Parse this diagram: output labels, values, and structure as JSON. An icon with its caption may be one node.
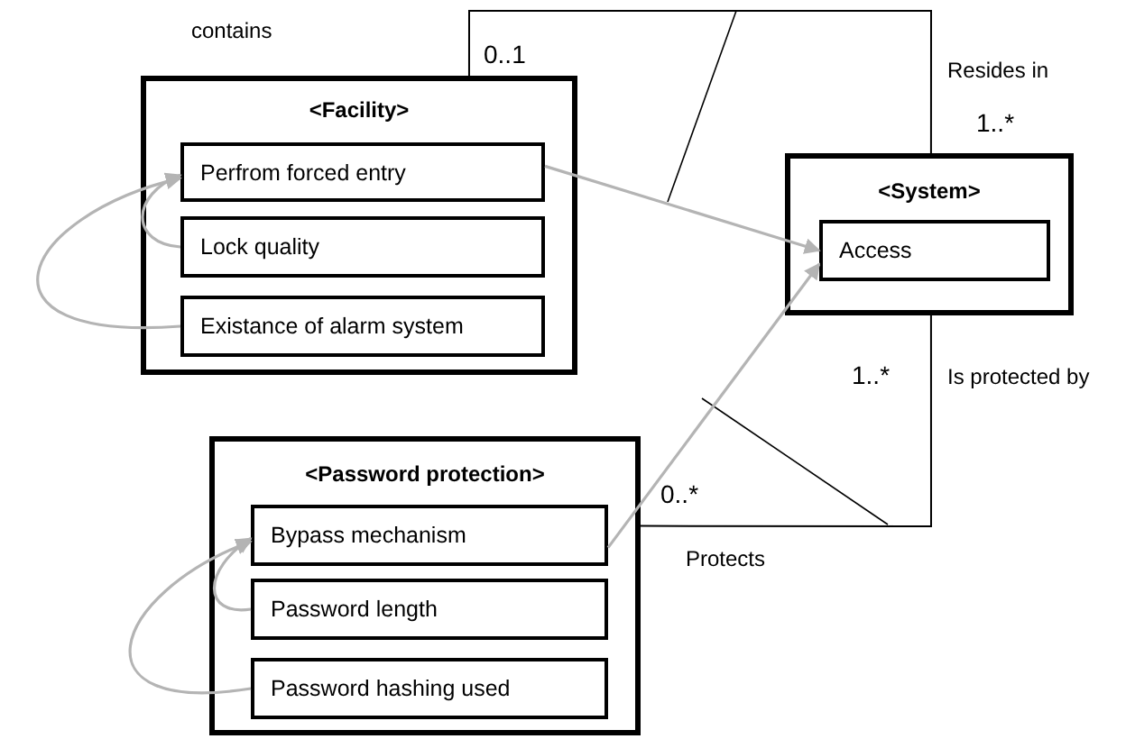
{
  "diagram": {
    "nodes": [
      {
        "text": [
          "<Facility>"
        ]
      },
      {
        "text": [
          "Perfrom forced entry"
        ],
        "in": 0
      },
      {
        "text": [
          "Lock quality"
        ],
        "in": 0
      },
      {
        "text": [
          "Existance of alarm system"
        ],
        "in": 0
      },
      {
        "text": [
          "<System>"
        ]
      },
      {
        "text": [
          "Access"
        ],
        "in": 4
      },
      {
        "text": [
          "<Password protection>"
        ]
      },
      {
        "text": [
          "Bypass mechanism"
        ],
        "in": 6
      },
      {
        "text": [
          "Password length"
        ],
        "in": 6
      },
      {
        "text": [
          "Password hashing used"
        ],
        "in": 6
      }
    ],
    "edges": [
      {
        "from": 0,
        "to": 4,
        "arrow": "none",
        "color": "#000000"
      },
      {
        "from": 6,
        "to": 4,
        "arrow": "none",
        "color": "#000000"
      },
      {
        "from": 1,
        "to": 5,
        "arrow": "to"
      },
      {
        "from": 7,
        "to": 5,
        "arrow": "to"
      },
      {
        "from": 2,
        "to": 1,
        "arrow": "to"
      },
      {
        "from": 3,
        "to": 1,
        "arrow": "to"
      },
      {
        "from": 8,
        "to": 7,
        "arrow": "to"
      },
      {
        "from": 9,
        "to": 7,
        "arrow": "to"
      }
    ],
    "labels": [
      "contains",
      "0..1",
      "Resides in",
      "1..*",
      "1..*",
      "Is protected by",
      "0..*",
      "Protects"
    ]
  }
}
